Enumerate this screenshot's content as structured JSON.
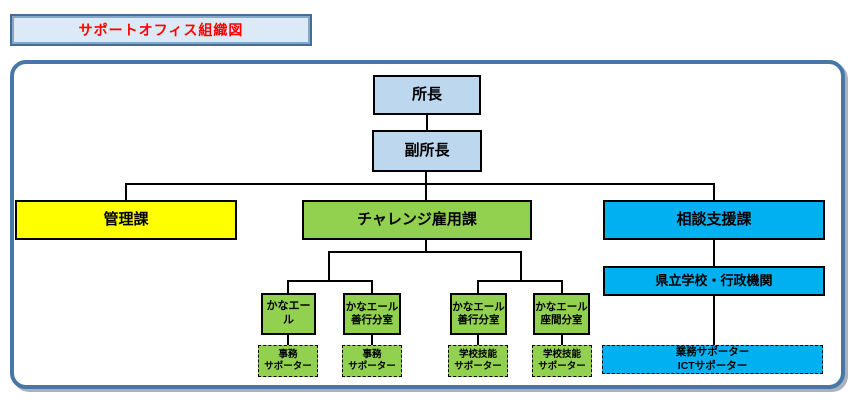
{
  "title": {
    "label": "サポートオフィス組織図"
  },
  "colors": {
    "title_text": "#FF0000",
    "title_bg": "#DCE9F6",
    "frame_border": "#4577A7",
    "light_blue": "#BDD7EE",
    "yellow": "#FFFF00",
    "green": "#92D050",
    "cyan": "#00B0F0"
  },
  "org": {
    "director": "所長",
    "deputy": "副所長",
    "divisions": [
      {
        "label": "管理課"
      },
      {
        "label": "チャレンジ雇用課"
      },
      {
        "label": "相談支援課"
      }
    ],
    "offices": [
      {
        "line1": "かなエール",
        "line2": ""
      },
      {
        "line1": "かなエール",
        "line2": "善行分室"
      },
      {
        "line1": "かなエール",
        "line2": "善行分室"
      },
      {
        "line1": "かなエール",
        "line2": "座間分室"
      }
    ],
    "supporters": [
      {
        "line1": "事務",
        "line2": "サポーター"
      },
      {
        "line1": "事務",
        "line2": "サポーター"
      },
      {
        "line1": "学校技能",
        "line2": "サポーター"
      },
      {
        "line1": "学校技能",
        "line2": "サポーター"
      }
    ],
    "related": "県立学校・行政機関",
    "staff": {
      "line1": "業務サポーター",
      "line2": "ICTサポーター"
    }
  }
}
